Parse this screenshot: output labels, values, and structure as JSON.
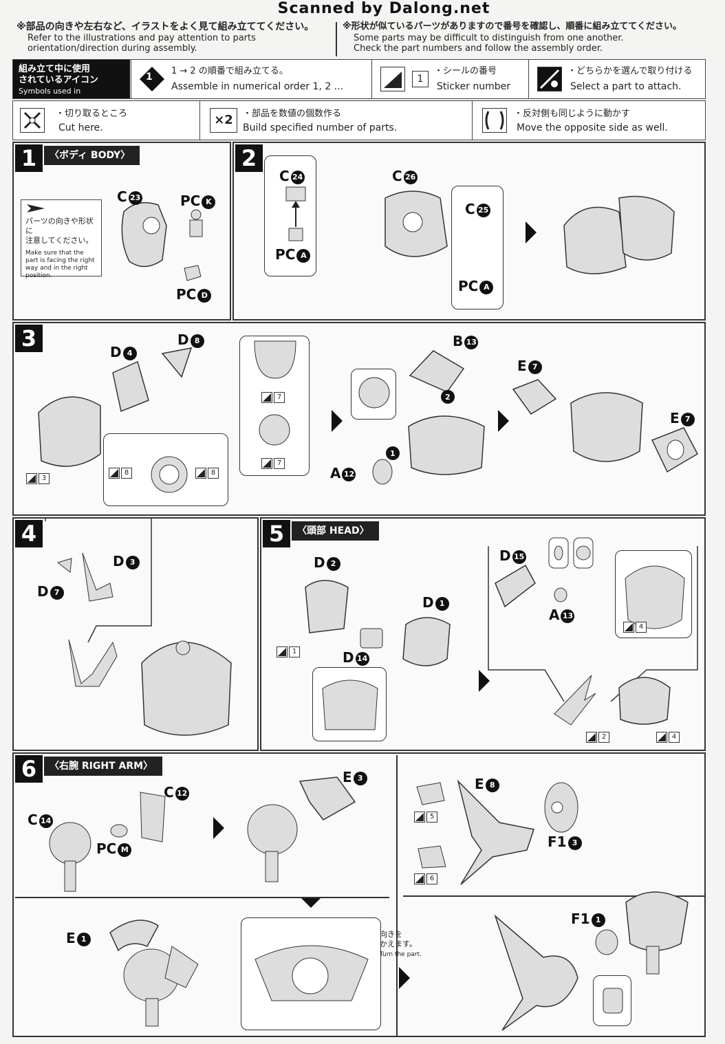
{
  "watermark": "Scanned by Dalong.net",
  "notices": {
    "left_jp": "※部品の向きや左右など、イラストをよく見て組み立ててください。",
    "left_en1": "Refer to the illustrations and pay attention to parts",
    "left_en2": "orientation/direction during assembly.",
    "right_jp": "※形状が似ているパーツがありますので番号を確認し、順番に組み立ててください。",
    "right_en1": "Some parts may be difficult to distinguish from one another.",
    "right_en2": "Check the part numbers and follow the assembly order."
  },
  "legend": {
    "label_jp1": "組み立て中に使用",
    "label_jp2": "されているアイコン",
    "label_en": "Symbols used in instructions",
    "order_icon": "1",
    "order_jp": "1 → 2 の順番で組み立てる。",
    "order_en": "Assemble in numerical order 1, 2 ...",
    "sticker_num": "1",
    "sticker_jp": "・シールの番号",
    "sticker_en": "Sticker number",
    "select_jp": "・どちらかを選んで取り付ける",
    "select_en": "Select a part to attach.",
    "cut_jp": "・切り取るところ",
    "cut_en": "Cut here.",
    "build_icon": "×2",
    "build_jp": "・部品を数値の個数作る",
    "build_en": "Build specified number of parts.",
    "mirror_jp": "・反対側も同じように動かす",
    "mirror_en": "Move the opposite side as well."
  },
  "steps": {
    "s1": {
      "no": "1",
      "title": "〈ボディ BODY〉"
    },
    "s2": {
      "no": "2"
    },
    "s3": {
      "no": "3"
    },
    "s4": {
      "no": "4"
    },
    "s5": {
      "no": "5",
      "title": "〈頭部 HEAD〉"
    },
    "s6": {
      "no": "6",
      "title": "〈右腕 RIGHT ARM〉"
    }
  },
  "step1": {
    "note_jp1": "パーツの向きや形状に",
    "note_jp2": "注意してください。",
    "note_en": "Make sure that the part is facing the right way and in the right position.",
    "parts": {
      "c": "C",
      "c_no": "23",
      "pck": "PC",
      "pck_no": "K",
      "pcd": "PC",
      "pcd_no": "D"
    }
  },
  "step2": {
    "parts": {
      "c24": "C",
      "c24_no": "24",
      "c26": "C",
      "c26_no": "26",
      "c25": "C",
      "c25_no": "25",
      "pca1": "PC",
      "pca1_no": "A",
      "pca2": "PC",
      "pca2_no": "A"
    }
  },
  "step3": {
    "parts": {
      "d4": "D",
      "d4_no": "4",
      "d8": "D",
      "d8_no": "8",
      "b13": "B",
      "b13_no": "13",
      "a12": "A",
      "a12_no": "12",
      "e7a": "E",
      "e7a_no": "7",
      "e7b": "E",
      "e7b_no": "7"
    },
    "stickers": [
      "3",
      "7",
      "7",
      "8",
      "8"
    ],
    "order": [
      "1",
      "2"
    ]
  },
  "step4": {
    "parts": {
      "d3": "D",
      "d3_no": "3",
      "d7": "D",
      "d7_no": "7"
    }
  },
  "step5": {
    "parts": {
      "d2": "D",
      "d2_no": "2",
      "d1": "D",
      "d1_no": "1",
      "d14": "D",
      "d14_no": "14",
      "d15": "D",
      "d15_no": "15",
      "a13": "A",
      "a13_no": "13"
    },
    "stickers": [
      "1",
      "4",
      "2",
      "4"
    ]
  },
  "step6": {
    "parts": {
      "c14": "C",
      "c14_no": "14",
      "c12": "C",
      "c12_no": "12",
      "pcm": "PC",
      "pcm_no": "M",
      "e3": "E",
      "e3_no": "3",
      "e8": "E",
      "e8_no": "8",
      "f13": "F1",
      "f13_no": "3",
      "e1": "E",
      "e1_no": "1",
      "f11": "F1",
      "f11_no": "1"
    },
    "stickers": [
      "5",
      "6"
    ],
    "turn_jp1": "向きを",
    "turn_jp2": "かえます。",
    "turn_en": "Turn the part."
  }
}
